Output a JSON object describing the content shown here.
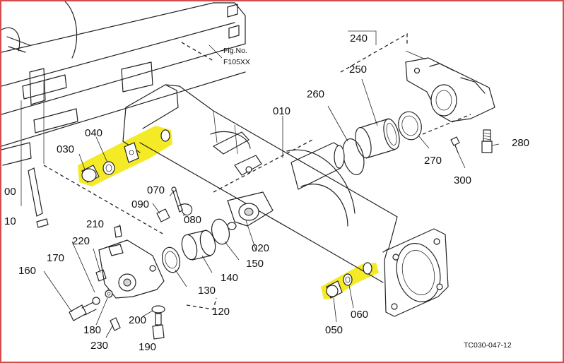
{
  "figure": {
    "fig_no_label": "Fig.No.",
    "fig_no_value": "F105XX",
    "drawing_code": "TC030-047-12"
  },
  "callouts": {
    "c010": "010",
    "c020": "020",
    "c030": "030",
    "c040": "040",
    "c050": "050",
    "c060": "060",
    "c070": "070",
    "c080": "080",
    "c090": "090",
    "c100": "00",
    "c110": "10",
    "c120": "120",
    "c130": "130",
    "c140": "140",
    "c150": "150",
    "c160": "160",
    "c170": "170",
    "c180": "180",
    "c190": "190",
    "c200": "200",
    "c210": "210",
    "c220": "220",
    "c230": "230",
    "c240": "240",
    "c250": "250",
    "c260": "260",
    "c270": "270",
    "c280": "280",
    "c300": "300"
  },
  "colors": {
    "highlight": "#f2e600",
    "frame_border": "#d94a4a",
    "line": "#222222"
  }
}
